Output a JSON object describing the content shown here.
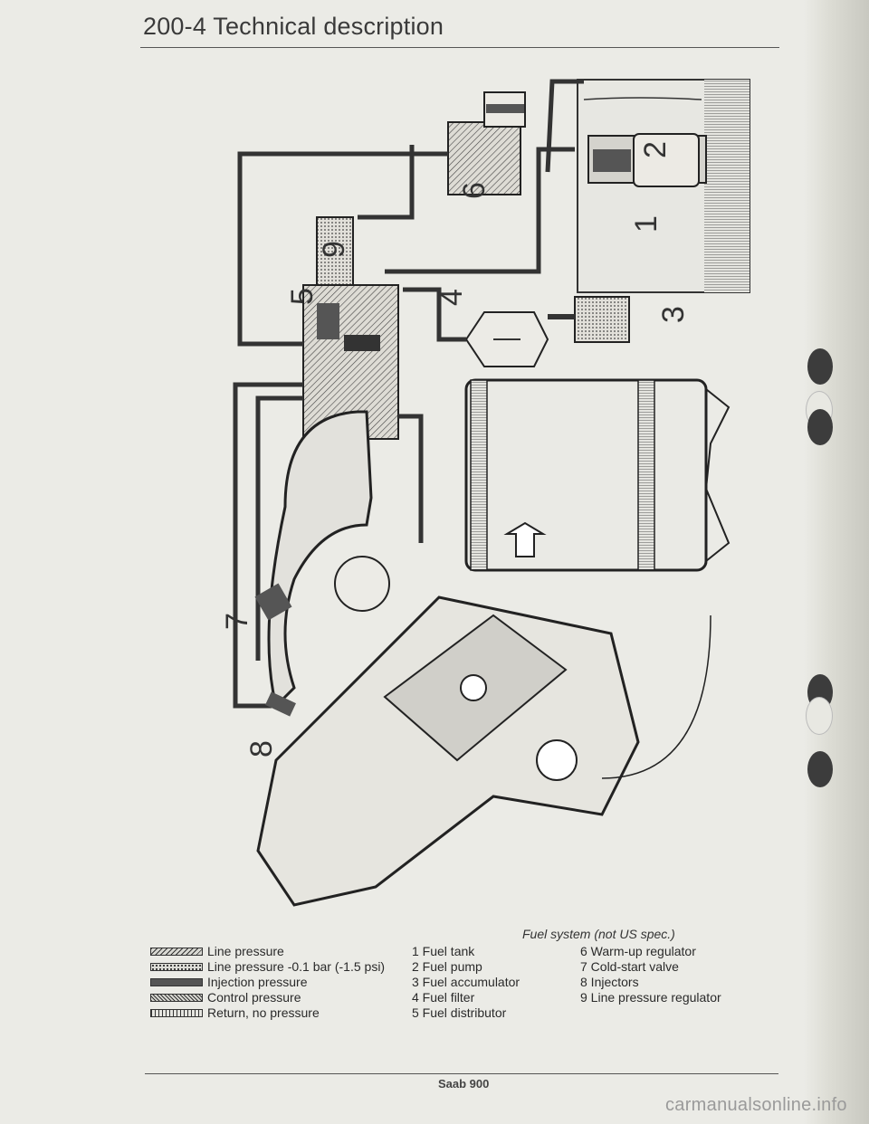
{
  "header": {
    "title": "200-4 Technical description"
  },
  "diagram": {
    "labels": [
      "1",
      "2",
      "3",
      "4",
      "5",
      "6",
      "7",
      "8",
      "9"
    ]
  },
  "caption": "Fuel system (not US spec.)",
  "legend": [
    {
      "pattern": "line-pressure",
      "label": "Line pressure"
    },
    {
      "pattern": "line-pressure-minus",
      "label": "Line pressure -0.1 bar (-1.5 psi)"
    },
    {
      "pattern": "injection-pressure",
      "label": "Injection pressure"
    },
    {
      "pattern": "control-pressure",
      "label": "Control pressure"
    },
    {
      "pattern": "return",
      "label": "Return, no pressure"
    }
  ],
  "parts": {
    "col1": [
      "1 Fuel tank",
      "2 Fuel pump",
      "3 Fuel accumulator",
      "4 Fuel filter",
      "5 Fuel distributor"
    ],
    "col2": [
      "6 Warm-up regulator",
      "7 Cold-start valve",
      "8 Injectors",
      "9 Line pressure regulator"
    ]
  },
  "footer": {
    "text": "Saab 900"
  },
  "watermark": "carmanualsonline.info"
}
